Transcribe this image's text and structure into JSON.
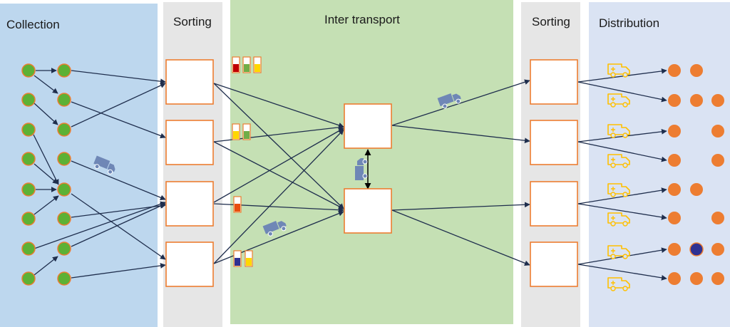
{
  "zones": {
    "collection": {
      "label": "Collection",
      "color": "#bdd7ee"
    },
    "sorting_left": {
      "label": "Sorting",
      "color": "#e6e6e6"
    },
    "inter_transport": {
      "label": "Inter transport",
      "color": "#c5e0b4"
    },
    "sorting_right": {
      "label": "Sorting",
      "color": "#e6e6e6"
    },
    "distribution": {
      "label": "Distribution",
      "color": "#dae3f3"
    }
  },
  "colors": {
    "arrow": "#1f2e4d",
    "box_border": "#ed7d31",
    "green_node": "#5cb135",
    "orange_node": "#ed7d31",
    "navy_node": "#2e3192",
    "truck": "#6f87b6",
    "van": "#ffc000"
  },
  "icons": {
    "truck": "truck-icon",
    "van": "delivery-van-icon",
    "parcel": "parcel-icon"
  }
}
